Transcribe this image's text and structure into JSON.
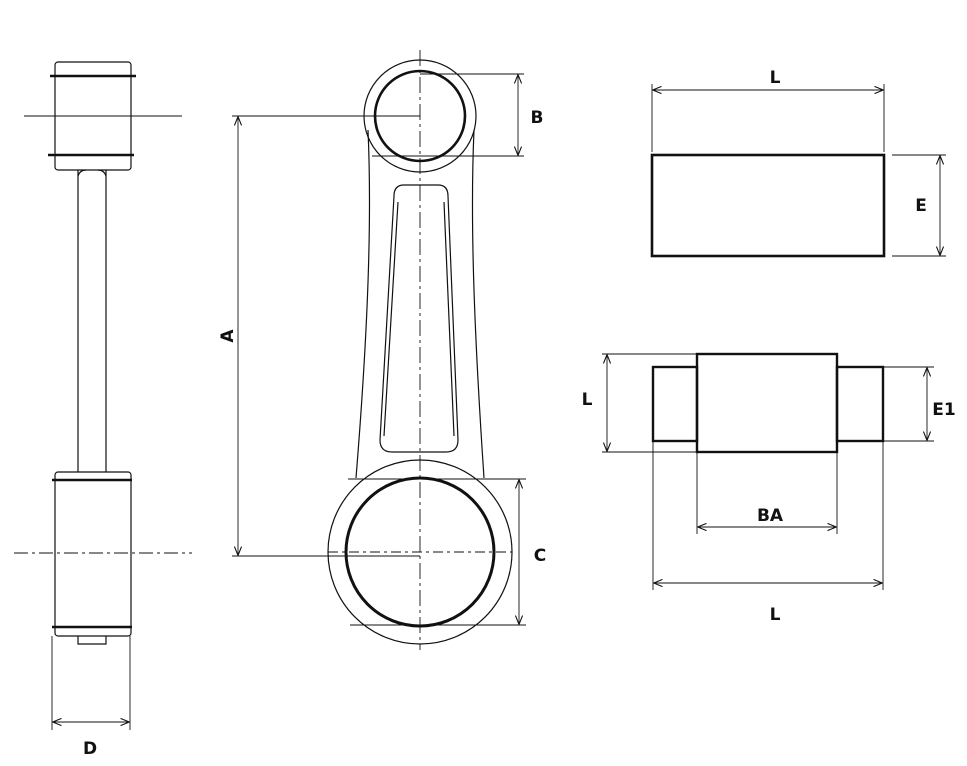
{
  "colors": {
    "background": "#ffffff",
    "line": "#111111"
  },
  "side_view": {
    "dimensions": {
      "D": "D"
    }
  },
  "front_view": {
    "dimensions": {
      "A": "A",
      "B": "B",
      "C": "C"
    }
  },
  "bearing_shell": {
    "dimensions": {
      "L": "L",
      "E": "E"
    }
  },
  "flanged_bearing": {
    "dimensions": {
      "L_height": "L",
      "E1": "E1",
      "BA": "BA",
      "L_width": "L"
    }
  }
}
